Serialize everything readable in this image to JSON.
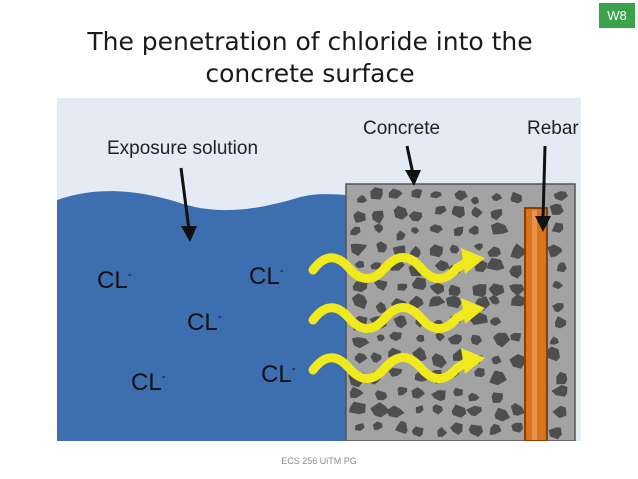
{
  "badge": "W8",
  "title": {
    "line1": "The penetration of chloride into the",
    "line2": "concrete surface"
  },
  "diagram": {
    "exposure_label": "Exposure solution",
    "concrete_label": "Concrete",
    "rebar_label": "Rebar",
    "ion_label": "CL",
    "ion_charge": "-"
  },
  "footer": "ECS 256 UiTM PG",
  "colors": {
    "badge": "#3aa14d",
    "water": "#3d6fb0",
    "sky": "#e4ebf4",
    "concrete": "#a3a3a3",
    "aggregate": "#4e4e4e",
    "rebar": "#d9741c",
    "arrow": "#f0ea1c"
  }
}
